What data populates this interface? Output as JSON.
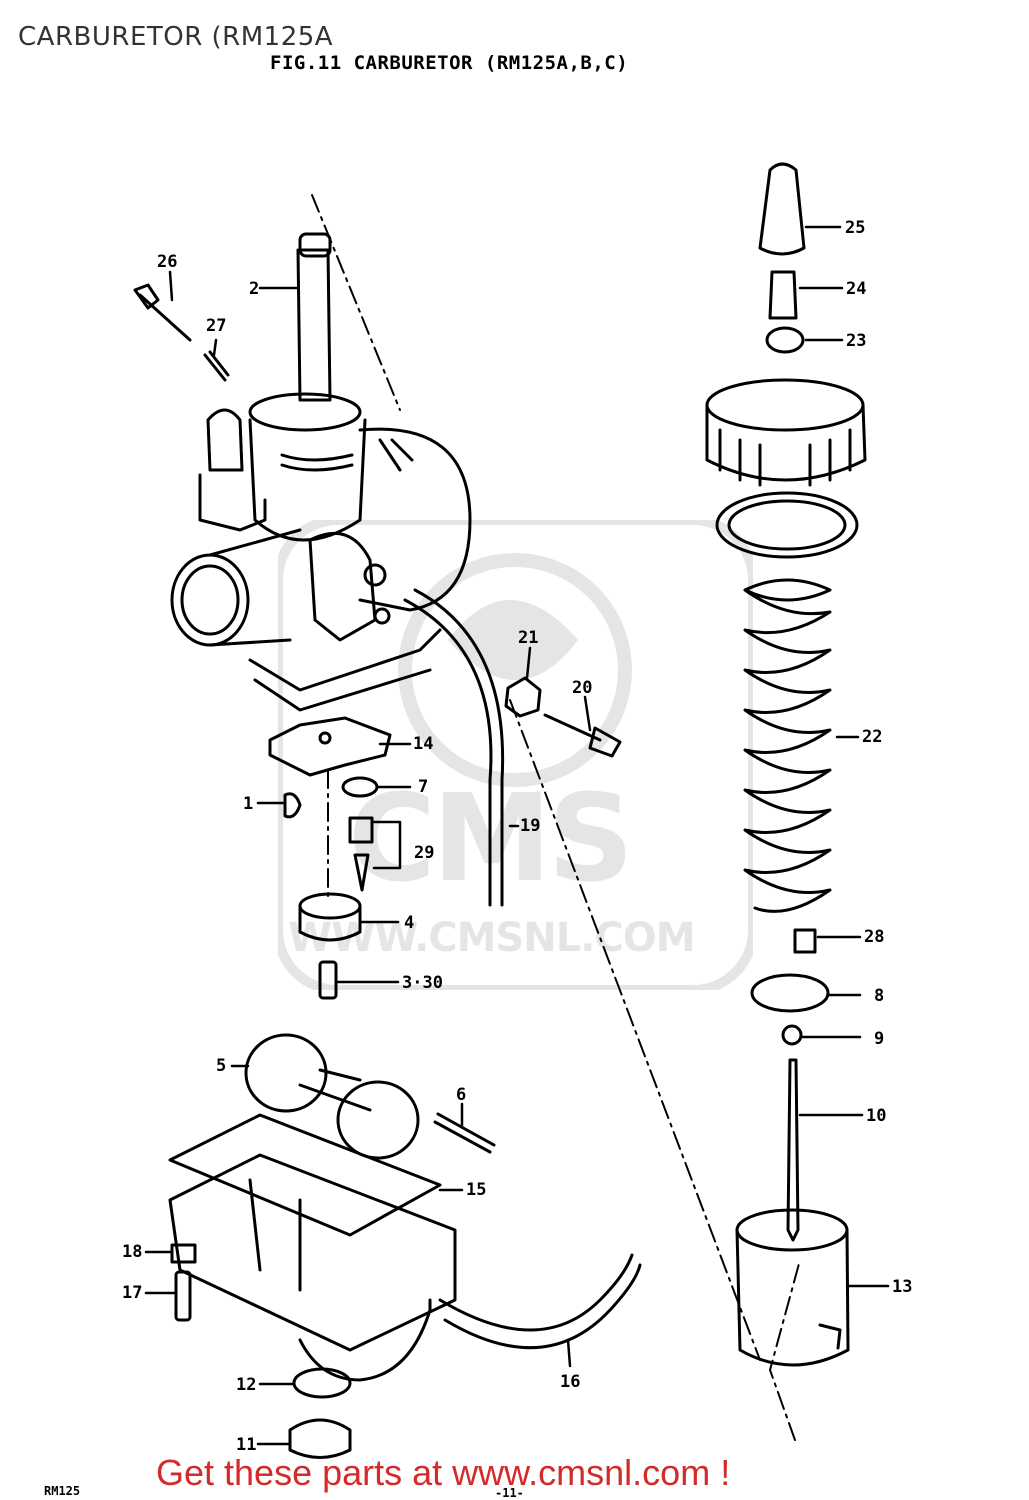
{
  "page_title": "CARBURETOR (RM125A",
  "figure_title": "FIG.11  CARBURETOR (RM125A,B,C)",
  "watermark": {
    "logo": "CMS",
    "url": "WWW.CMSNL.COM"
  },
  "callouts": [
    "1",
    "2",
    "3·30",
    "4",
    "5",
    "6",
    "7",
    "8",
    "9",
    "10",
    "11",
    "12",
    "13",
    "14",
    "15",
    "16",
    "17",
    "18",
    "19",
    "20",
    "21",
    "22",
    "23",
    "24",
    "25",
    "26",
    "27",
    "28",
    "29"
  ],
  "footer": {
    "model_code": "RM125",
    "page_marker": "-11-",
    "cta": "Get these parts at www.cmsnl.com !"
  },
  "colors": {
    "ink": "#000000",
    "cta": "#d42a2a",
    "watermark": "#666666"
  }
}
